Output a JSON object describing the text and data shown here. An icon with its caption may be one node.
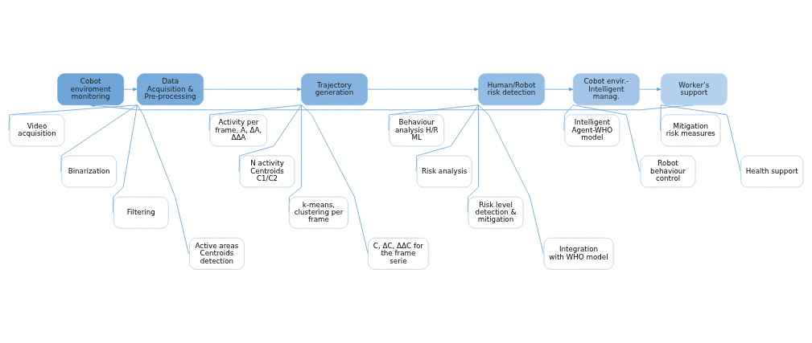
{
  "diagram": {
    "nodes": [
      {
        "text": [
          "Cobot enviroment monitoring"
        ]
      },
      {
        "text": [
          "Data Acquisition & Pre-processing"
        ]
      },
      {
        "text": [
          "Video acquisition"
        ]
      },
      {
        "text": [
          "Binarization"
        ]
      },
      {
        "text": [
          "Filtering"
        ]
      },
      {
        "text": [
          "Active areas Centroids detection"
        ]
      },
      {
        "text": [
          "Trajectory generation"
        ]
      },
      {
        "text": [
          "Activity per frame, A, ΔA, ΔΔA"
        ]
      },
      {
        "text": [
          "N activity Centroids C1/C2"
        ]
      },
      {
        "text": [
          "k-means, clustering per frame"
        ]
      },
      {
        "text": [
          "C, ΔC, ΔΔC for the frame serie"
        ]
      },
      {
        "text": [
          "Human/Robot risk detection"
        ]
      },
      {
        "text": [
          "Behaviour analysis H/R ML"
        ]
      },
      {
        "text": [
          "Risk analysis"
        ]
      },
      {
        "text": [
          "Risk level detection & mitigation"
        ]
      },
      {
        "text": [
          "Integration with WHO model"
        ]
      },
      {
        "text": [
          "Cobot envir.- Intelligent manag."
        ]
      },
      {
        "text": [
          "Intelligent Agent-WHO model"
        ]
      },
      {
        "text": [
          "Robot behaviour control"
        ]
      },
      {
        "text": [
          "Worker’s support"
        ]
      },
      {
        "text": [
          "Mitigation risk measures"
        ]
      },
      {
        "text": [
          "Health support"
        ]
      }
    ],
    "edges": [
      {
        "from": 0,
        "to": 1,
        "arrow": "to"
      },
      {
        "from": 1,
        "to": 6,
        "arrow": "to"
      },
      {
        "from": 6,
        "to": 11,
        "arrow": "to"
      },
      {
        "from": 11,
        "to": 16,
        "arrow": "to"
      },
      {
        "from": 16,
        "to": 19,
        "arrow": "to"
      },
      {
        "from": 19,
        "to": 0,
        "arrow": "to"
      },
      {
        "from": 1,
        "to": 2,
        "arrow": "none"
      },
      {
        "from": 1,
        "to": 3,
        "arrow": "none"
      },
      {
        "from": 1,
        "to": 4,
        "arrow": "none"
      },
      {
        "from": 1,
        "to": 5,
        "arrow": "none"
      },
      {
        "from": 6,
        "to": 7,
        "arrow": "none"
      },
      {
        "from": 6,
        "to": 8,
        "arrow": "none"
      },
      {
        "from": 6,
        "to": 9,
        "arrow": "none"
      },
      {
        "from": 6,
        "to": 10,
        "arrow": "none"
      },
      {
        "from": 11,
        "to": 12,
        "arrow": "none"
      },
      {
        "from": 11,
        "to": 13,
        "arrow": "none"
      },
      {
        "from": 11,
        "to": 14,
        "arrow": "none"
      },
      {
        "from": 11,
        "to": 15,
        "arrow": "none"
      },
      {
        "from": 16,
        "to": 17,
        "arrow": "none"
      },
      {
        "from": 16,
        "to": 18,
        "arrow": "none"
      },
      {
        "from": 19,
        "to": 20,
        "arrow": "none"
      },
      {
        "from": 19,
        "to": 21,
        "arrow": "none"
      }
    ]
  }
}
